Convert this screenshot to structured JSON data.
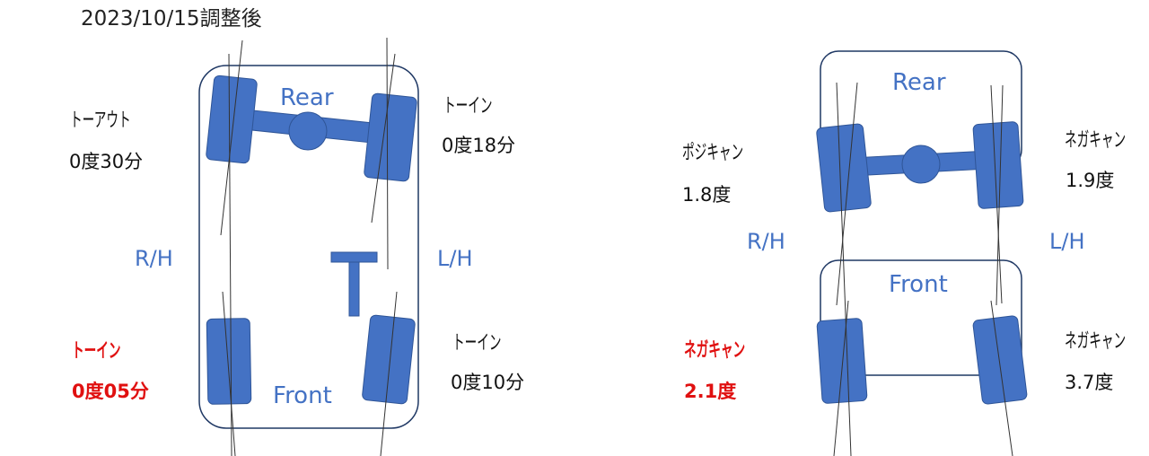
{
  "header": {
    "date_label": "2023/10/15調整後"
  },
  "colors": {
    "wheel": "#4472c4",
    "wheel_edge": "#2f5597",
    "body_outline": "#1f3864",
    "side_text": "#4472c4",
    "highlight": "#e01010",
    "text": "#111111"
  },
  "toe_diagram": {
    "rear_label": "Rear",
    "front_label": "Front",
    "right_side_label": "R/H",
    "left_side_label": "L/H",
    "rear_right": {
      "type": "トーアウト",
      "value": "0度30分"
    },
    "rear_left": {
      "type": "トーイン",
      "value": "0度18分"
    },
    "front_right": {
      "type": "トーイン",
      "value": "0度05分",
      "highlight": true
    },
    "front_left": {
      "type": "トーイン",
      "value": "0度10分"
    }
  },
  "camber_diagram": {
    "rear_label": "Rear",
    "front_label": "Front",
    "right_side_label": "R/H",
    "left_side_label": "L/H",
    "rear_right": {
      "type": "ポジキャン",
      "value": "1.8度"
    },
    "rear_left": {
      "type": "ネガキャン",
      "value": "1.9度"
    },
    "front_right": {
      "type": "ネガキャン",
      "value": "2.1度",
      "highlight": true
    },
    "front_left": {
      "type": "ネガキャン",
      "value": "3.7度"
    }
  }
}
